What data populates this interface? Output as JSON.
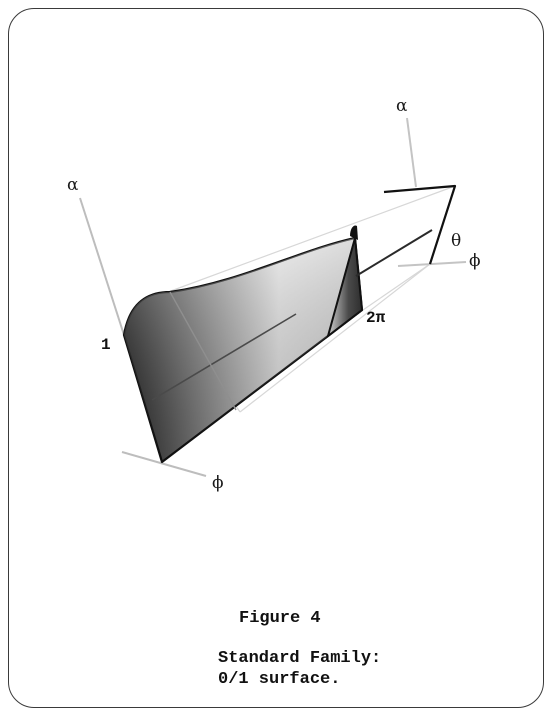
{
  "figure": {
    "labels": {
      "alpha_left": "α",
      "alpha_right": "α",
      "theta": "θ",
      "phi_bottom": "ϕ",
      "phi_right": "ϕ",
      "one": "1",
      "two_pi": "2π"
    },
    "colors": {
      "surface_light": "#e6e6e6",
      "surface_dark": "#2a2a2a",
      "axis_gray": "#bdbdbd",
      "edge": "#111111"
    }
  },
  "caption": {
    "title": "Figure 4",
    "line1": "Standard Family:",
    "line2": "0/1 surface."
  }
}
